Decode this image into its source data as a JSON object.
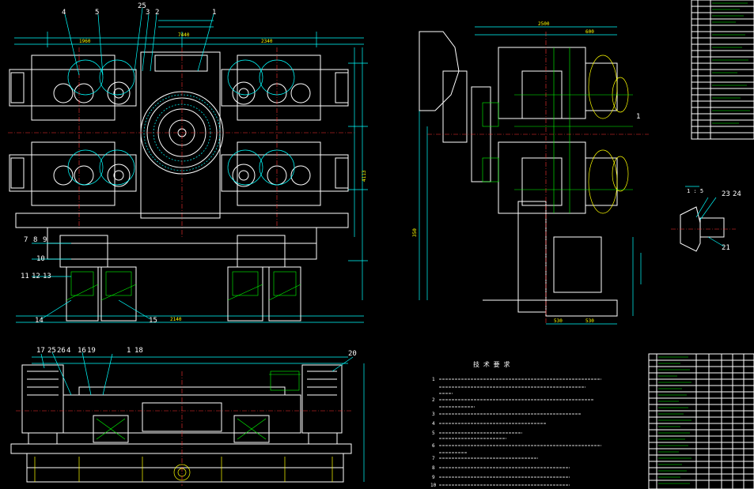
{
  "balloons_top_view": [
    "4",
    "5",
    "25",
    "3",
    "2",
    "1",
    "7",
    "8",
    "9",
    "10",
    "11",
    "12",
    "13",
    "14",
    "15"
  ],
  "balloons_side_view": [
    "1"
  ],
  "balloons_detail": [
    "23",
    "24",
    "21"
  ],
  "balloons_front_view": [
    "17",
    "25",
    "26",
    "4",
    "16",
    "19",
    "1",
    "18",
    "20"
  ],
  "detail_scale": "1 : 5",
  "tech_req_title": "技 术 要 求",
  "tech_req_numbers": [
    "1",
    "2",
    "3",
    "4",
    "5",
    "6",
    "7",
    "8",
    "9",
    "10"
  ],
  "dims_top": [
    "7440",
    "1960",
    "2340",
    "2140",
    "4113"
  ],
  "dims_side": [
    "2500",
    "600",
    "350",
    "530",
    "530"
  ],
  "colors": {
    "background": "#000000",
    "outline": "#ffffff",
    "dimension": "#00ffff",
    "text": "#ffff00",
    "hatch": "#00ff00",
    "centerline": "#ff3333"
  }
}
